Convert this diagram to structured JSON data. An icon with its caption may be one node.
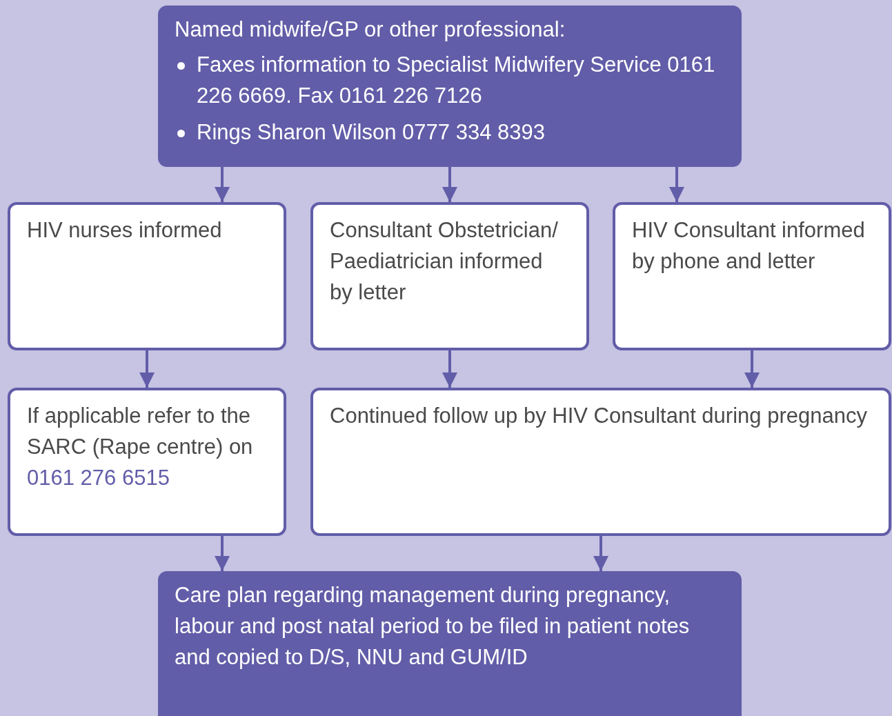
{
  "diagram": {
    "nodes": [
      {
        "text": [
          "Named midwife/GP or other professional:",
          "Faxes information to Specialist Midwifery Service 0161 226 6669. Fax 0161 226 7126",
          "Rings Sharon Wilson 0777 334 8393"
        ]
      },
      {
        "text": [
          "HIV nurses informed"
        ]
      },
      {
        "text": [
          "Consultant Obstetrician/ Paediatrician informed by letter"
        ]
      },
      {
        "text": [
          "HIV Consultant informed by phone and letter"
        ]
      },
      {
        "text": [
          "If applicable refer to the SARC (Rape centre) on",
          "0161 276 6515"
        ]
      },
      {
        "text": [
          "Continued follow up by HIV Consultant during pregnancy"
        ]
      },
      {
        "text": [
          "Care plan regarding management during pregnancy, labour and post natal period to be filed in patient notes and copied to D/S, NNU and GUM/ID"
        ]
      }
    ],
    "edges": [
      {
        "from": 0,
        "to": 1,
        "arrow": "to"
      },
      {
        "from": 0,
        "to": 2,
        "arrow": "to"
      },
      {
        "from": 0,
        "to": 3,
        "arrow": "to"
      },
      {
        "from": 1,
        "to": 4,
        "arrow": "to"
      },
      {
        "from": 2,
        "to": 5,
        "arrow": "to"
      },
      {
        "from": 3,
        "to": 5,
        "arrow": "to"
      },
      {
        "from": 4,
        "to": 6,
        "arrow": "to"
      },
      {
        "from": 5,
        "to": 6,
        "arrow": "to"
      }
    ]
  }
}
